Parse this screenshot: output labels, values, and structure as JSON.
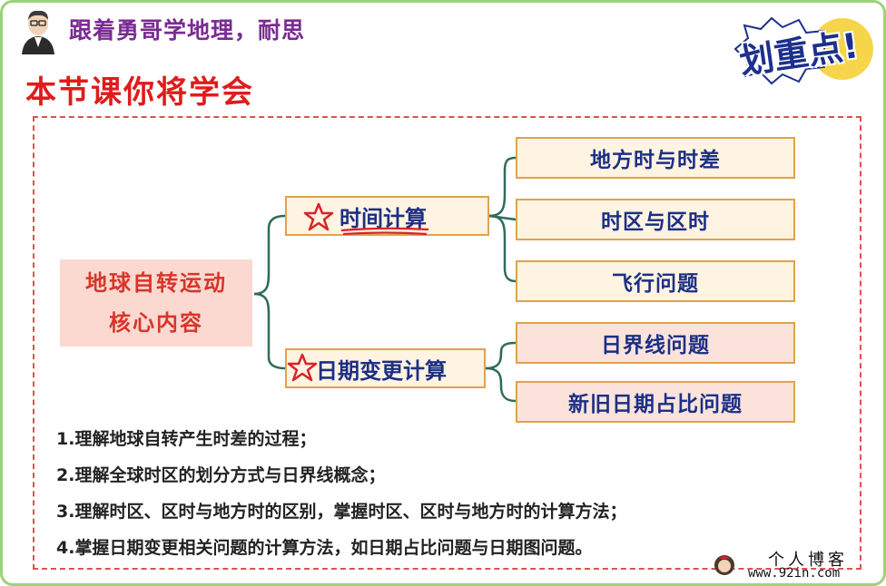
{
  "header": {
    "subtitle": "跟着勇哥学地理，耐思",
    "title": "本节课你将学会",
    "sticker_text": "划重点!"
  },
  "mindmap": {
    "root": {
      "line1": "地球自转运动",
      "line2": "核心内容"
    },
    "branches": [
      {
        "label": "时间计算",
        "children": [
          "地方时与时差",
          "时区与区时",
          "飞行问题"
        ]
      },
      {
        "label": "日期变更计算",
        "children": [
          "日界线问题",
          "新旧日期占比问题"
        ]
      }
    ]
  },
  "goals": [
    "1.理解地球自转产生时差的过程；",
    "2.理解全球时区的划分方式与日界线概念；",
    "3.理解时区、区时与地方时的区别，掌握时区、区时与地方时的计算方法；",
    "4.掌握日期变更相关问题的计算方法，如日期占比问题与日期图问题。"
  ],
  "watermark": {
    "title": "个人博客",
    "url": "www.92in.com"
  },
  "colors": {
    "frame": "#9bd37a",
    "subtitle": "#7a2b93",
    "title": "#e01b1b",
    "dashed_border": "#d9534f",
    "connector": "#2f6b5a",
    "node_text": "#1c2f86",
    "node_border": "#e0a24c",
    "root_fill": "#fbd9d0",
    "root_text": "#d8352a"
  }
}
